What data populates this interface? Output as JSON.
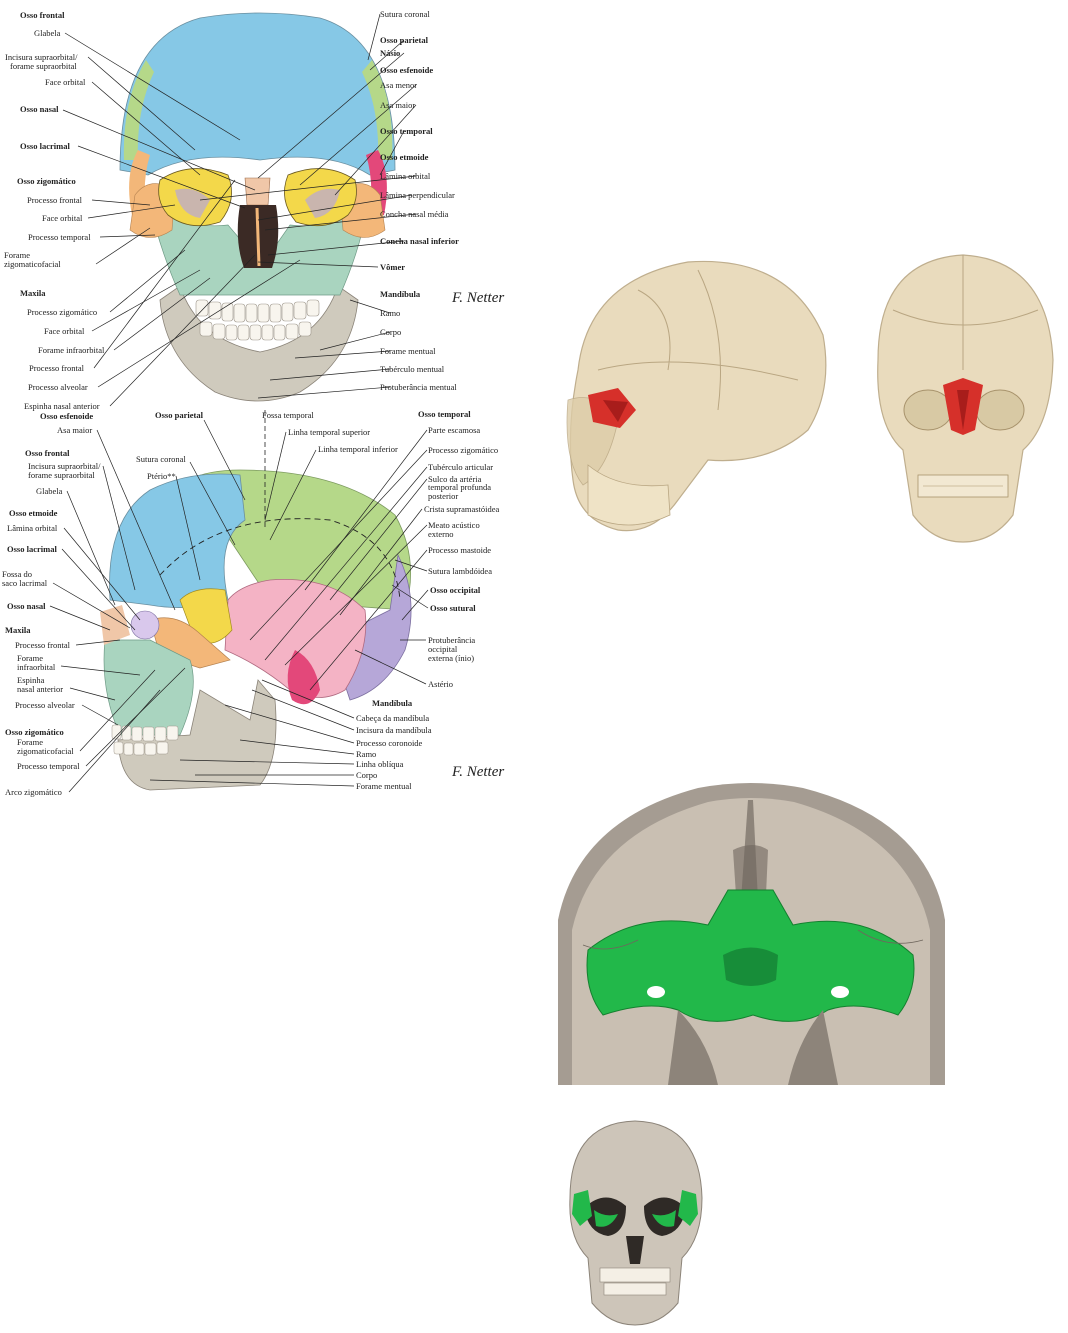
{
  "colors": {
    "frontal": "#86c8e6",
    "parietal": "#b5d889",
    "sphenoid": "#f3d84a",
    "temporal": "#f4b3c5",
    "temporal_dark": "#e3487a",
    "occipital": "#b6a7d8",
    "zygomatic": "#f3b779",
    "maxilla": "#a9d4bf",
    "nasal": "#f0c7a8",
    "mandible": "#cfcabd",
    "highlight_red": "#d6302a",
    "highlight_green": "#22b84a",
    "bone": "#c9bfb2"
  },
  "anterior": {
    "left_labels": [
      {
        "text": "Osso frontal",
        "bold": true
      },
      {
        "text": "Glabela",
        "bold": false
      },
      {
        "text": "Incisura supraorbital/",
        "bold": false
      },
      {
        "text": "forame supraorbital",
        "bold": false
      },
      {
        "text": "Face orbital",
        "bold": false
      },
      {
        "text": "Osso nasal",
        "bold": true
      },
      {
        "text": "Osso lacrimal",
        "bold": true
      },
      {
        "text": "Osso zigomático",
        "bold": true
      },
      {
        "text": "Processo frontal",
        "bold": false
      },
      {
        "text": "Face orbital",
        "bold": false
      },
      {
        "text": "Processo temporal",
        "bold": false
      },
      {
        "text": "Forame",
        "bold": false
      },
      {
        "text": "zigomaticofacial",
        "bold": false
      },
      {
        "text": "Maxila",
        "bold": true
      },
      {
        "text": "Processo zigomático",
        "bold": false
      },
      {
        "text": "Face orbital",
        "bold": false
      },
      {
        "text": "Forame infraorbital",
        "bold": false
      },
      {
        "text": "Processo frontal",
        "bold": false
      },
      {
        "text": "Processo alveolar",
        "bold": false
      },
      {
        "text": "Espinha nasal anterior",
        "bold": false
      }
    ],
    "right_labels": [
      {
        "text": "Sutura coronal",
        "bold": false
      },
      {
        "text": "Osso parietal",
        "bold": true
      },
      {
        "text": "Násio",
        "bold": true
      },
      {
        "text": "Osso esfenoide",
        "bold": true
      },
      {
        "text": "Asa menor",
        "bold": false
      },
      {
        "text": "Asa maior",
        "bold": false
      },
      {
        "text": "Osso temporal",
        "bold": true
      },
      {
        "text": "Osso etmoide",
        "bold": true
      },
      {
        "text": "Lâmina orbital",
        "bold": false
      },
      {
        "text": "Lâmina perpendicular",
        "bold": false
      },
      {
        "text": "Concha nasal média",
        "bold": false
      },
      {
        "text": "Concha nasal inferior",
        "bold": true
      },
      {
        "text": "Vômer",
        "bold": true
      },
      {
        "text": "Mandíbula",
        "bold": true
      },
      {
        "text": "Ramo",
        "bold": false
      },
      {
        "text": "Corpo",
        "bold": false
      },
      {
        "text": "Forame mentual",
        "bold": false
      },
      {
        "text": "Tubérculo mentual",
        "bold": false
      },
      {
        "text": "Protuberância mentual",
        "bold": false
      }
    ]
  },
  "lateral": {
    "left_labels": [
      {
        "text": "Osso esfenoide",
        "bold": true
      },
      {
        "text": "Asa maior",
        "bold": false
      },
      {
        "text": "Osso frontal",
        "bold": true
      },
      {
        "text": "Incisura supraorbital/",
        "bold": false
      },
      {
        "text": "forame supraorbital",
        "bold": false
      },
      {
        "text": "Glabela",
        "bold": false
      },
      {
        "text": "Osso etmoide",
        "bold": true
      },
      {
        "text": "Lâmina orbital",
        "bold": false
      },
      {
        "text": "Osso lacrimal",
        "bold": true
      },
      {
        "text": "Fossa do",
        "bold": false
      },
      {
        "text": "saco lacrimal",
        "bold": false
      },
      {
        "text": "Osso nasal",
        "bold": true
      },
      {
        "text": "Maxila",
        "bold": true
      },
      {
        "text": "Processo frontal",
        "bold": false
      },
      {
        "text": "Forame",
        "bold": false
      },
      {
        "text": "infraorbital",
        "bold": false
      },
      {
        "text": "Espinha",
        "bold": false
      },
      {
        "text": "nasal anterior",
        "bold": false
      },
      {
        "text": "Processo alveolar",
        "bold": false
      },
      {
        "text": "Osso zigomático",
        "bold": true
      },
      {
        "text": "Forame",
        "bold": false
      },
      {
        "text": "zigomaticofacial",
        "bold": false
      },
      {
        "text": "Processo temporal",
        "bold": false
      },
      {
        "text": "Arco zigomático",
        "bold": false
      }
    ],
    "top_labels": [
      {
        "text": "Osso parietal",
        "bold": true
      },
      {
        "text": "Sutura coronal",
        "bold": false
      },
      {
        "text": "Ptério**",
        "bold": false
      },
      {
        "text": "Fossa temporal",
        "bold": false
      },
      {
        "text": "Linha temporal superior",
        "bold": false
      },
      {
        "text": "Linha temporal inferior",
        "bold": false
      }
    ],
    "right_labels": [
      {
        "text": "Osso temporal",
        "bold": true
      },
      {
        "text": "Parte escamosa",
        "bold": false
      },
      {
        "text": "Processo zigomático",
        "bold": false
      },
      {
        "text": "Tubérculo articular",
        "bold": false
      },
      {
        "text": "Sulco da artéria",
        "bold": false
      },
      {
        "text": "temporal profunda",
        "bold": false
      },
      {
        "text": "posterior",
        "bold": false
      },
      {
        "text": "Crista supramastóidea",
        "bold": false
      },
      {
        "text": "Meato acústico",
        "bold": false
      },
      {
        "text": "externo",
        "bold": false
      },
      {
        "text": "Processo mastoide",
        "bold": false
      },
      {
        "text": "Sutura lambdóidea",
        "bold": false
      },
      {
        "text": "Osso occipital",
        "bold": true
      },
      {
        "text": "Osso sutural",
        "bold": true
      },
      {
        "text": "Protuberância",
        "bold": false
      },
      {
        "text": "occipital",
        "bold": false
      },
      {
        "text": "externa (ínio)",
        "bold": false
      },
      {
        "text": "Astério",
        "bold": false
      }
    ],
    "bottom_labels": [
      {
        "text": "Mandíbula",
        "bold": true
      },
      {
        "text": "Cabeça da mandíbula",
        "bold": false
      },
      {
        "text": "Incisura da mandíbula",
        "bold": false
      },
      {
        "text": "Processo coronoide",
        "bold": false
      },
      {
        "text": "Ramo",
        "bold": false
      },
      {
        "text": "Linha oblíqua",
        "bold": false
      },
      {
        "text": "Corpo",
        "bold": false
      },
      {
        "text": "Forame mentual",
        "bold": false
      }
    ]
  },
  "signature": "F. Netter"
}
